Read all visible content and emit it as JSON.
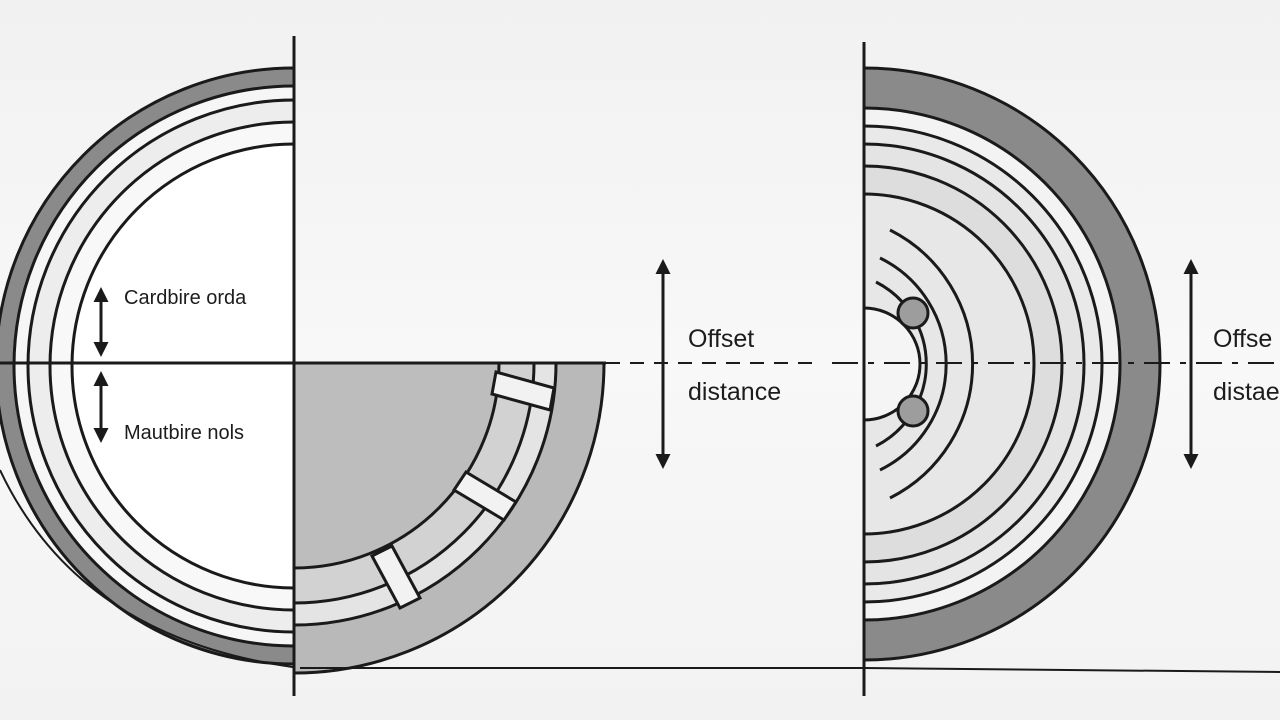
{
  "labels": {
    "left_upper": "Cardbire orda",
    "left_lower": "Mautbire nols",
    "center_offset_line1": "Offset",
    "center_offset_line2": "distance",
    "right_offset_line1": "Offse",
    "right_offset_line2": "distae"
  },
  "colors": {
    "ink": "#1a1a1a",
    "dark_gray": "#8a8a8a",
    "mid_gray": "#bdbdbd",
    "light_gray": "#e6e6e6",
    "paper": "#f5f5f5"
  },
  "icons": {
    "dimension_arrows": "double-headed-arrow"
  }
}
